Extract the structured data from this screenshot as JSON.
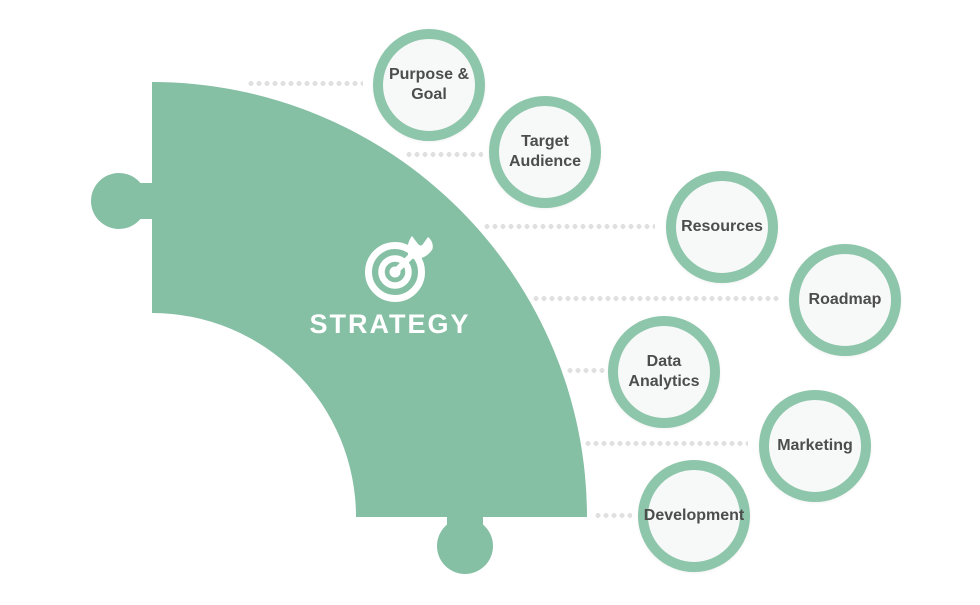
{
  "diagram": {
    "title": "STRATEGY",
    "center_icon": "target-dart-icon",
    "nodes": [
      {
        "label": "Purpose &\nGoal"
      },
      {
        "label": "Target\nAudience"
      },
      {
        "label": "Resources"
      },
      {
        "label": "Roadmap"
      },
      {
        "label": "Data\nAnalytics"
      },
      {
        "label": "Marketing"
      },
      {
        "label": "Development"
      }
    ]
  },
  "colors": {
    "puzzle_green": "#85bfa4",
    "ring_green": "#8dc6aa",
    "circle_fill": "#f7f8f8",
    "label_text": "#4d4d4d",
    "title_text": "#ffffff",
    "dot_color": "#e0e0e0",
    "bg": "#ffffff"
  }
}
